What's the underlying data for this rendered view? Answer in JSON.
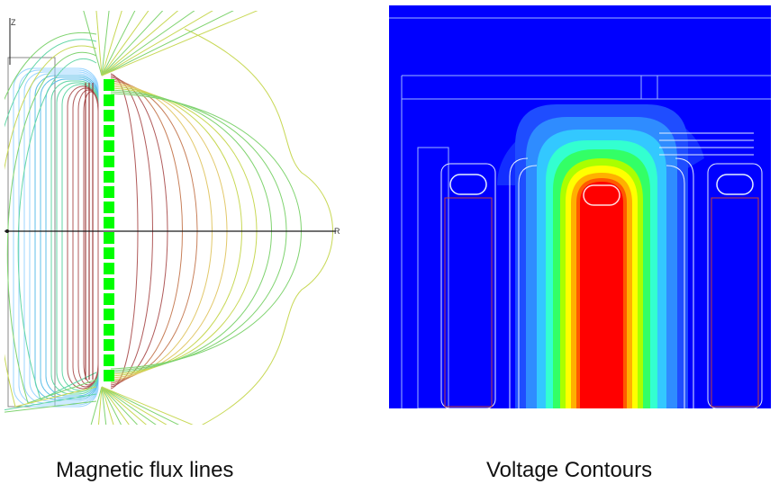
{
  "figures": [
    {
      "caption": "Magnetic flux lines",
      "axis_z_label": "Z",
      "axis_r_label": "R"
    },
    {
      "caption": "Voltage Contours"
    }
  ],
  "colors": {
    "background": "#ffffff",
    "voltage_background": "#0000ff",
    "contour_palette": [
      "#0000ff",
      "#1f4dff",
      "#2f8cff",
      "#33c8ff",
      "#33ffd0",
      "#33ff66",
      "#aaff00",
      "#ffff00",
      "#ffb000",
      "#ff5a00",
      "#ff0000"
    ],
    "flux_palette": [
      "#9bd5ff",
      "#5fbfe8",
      "#63d6a6",
      "#7fd36f",
      "#c8d855",
      "#e2c86a",
      "#c8805a",
      "#b05a5a"
    ],
    "coil_green": "#00ff00",
    "axis_line": "#1a1a1a"
  }
}
